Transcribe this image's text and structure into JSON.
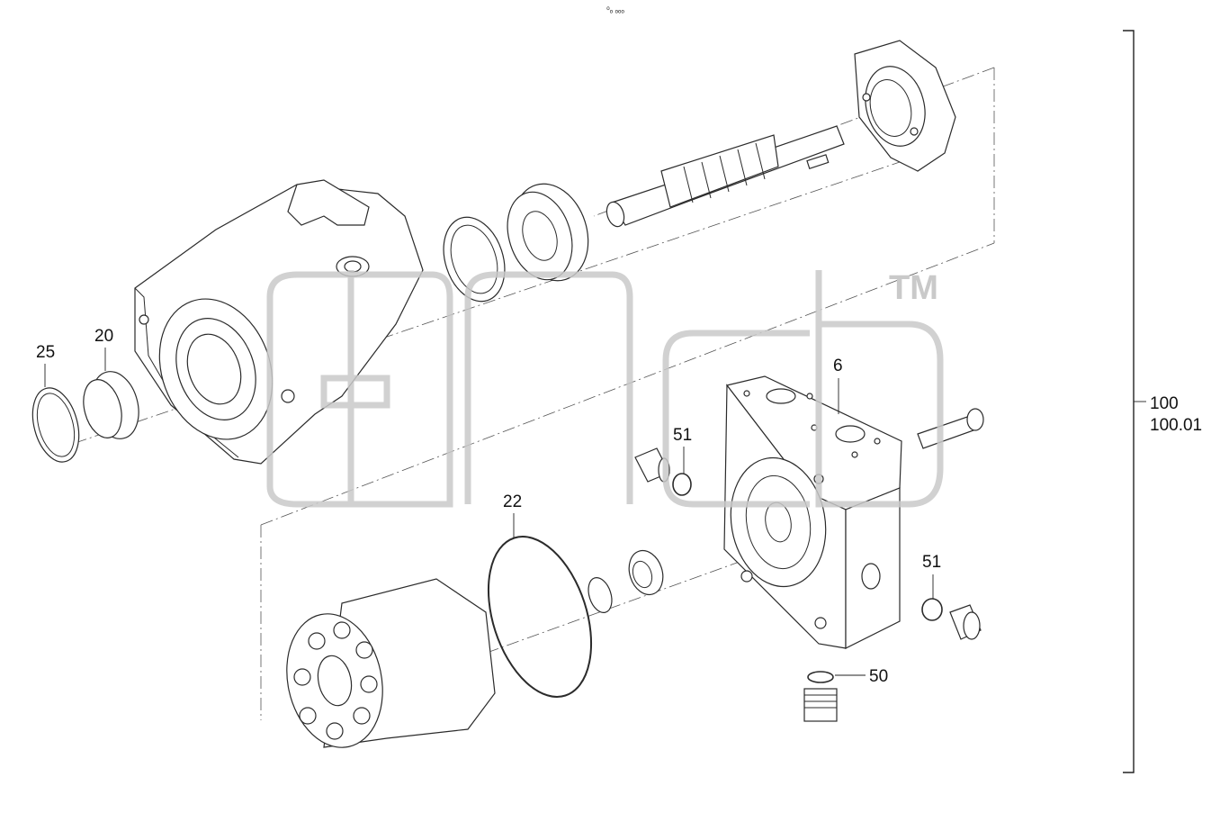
{
  "header": {
    "mark": "⁰ₒ ₒₒₒ"
  },
  "watermark": {
    "trademark": "TM"
  },
  "callouts": [
    {
      "id": "c25",
      "label": "25"
    },
    {
      "id": "c20",
      "label": "20"
    },
    {
      "id": "c22",
      "label": "22"
    },
    {
      "id": "c51a",
      "label": "51"
    },
    {
      "id": "c6",
      "label": "6"
    },
    {
      "id": "c51b",
      "label": "51"
    },
    {
      "id": "c50",
      "label": "50"
    }
  ],
  "assembly": {
    "label_primary": "100",
    "label_secondary": "100.01"
  },
  "colors": {
    "line": "#2b2b2b",
    "watermark": "#c9c9c9",
    "background": "#ffffff"
  }
}
